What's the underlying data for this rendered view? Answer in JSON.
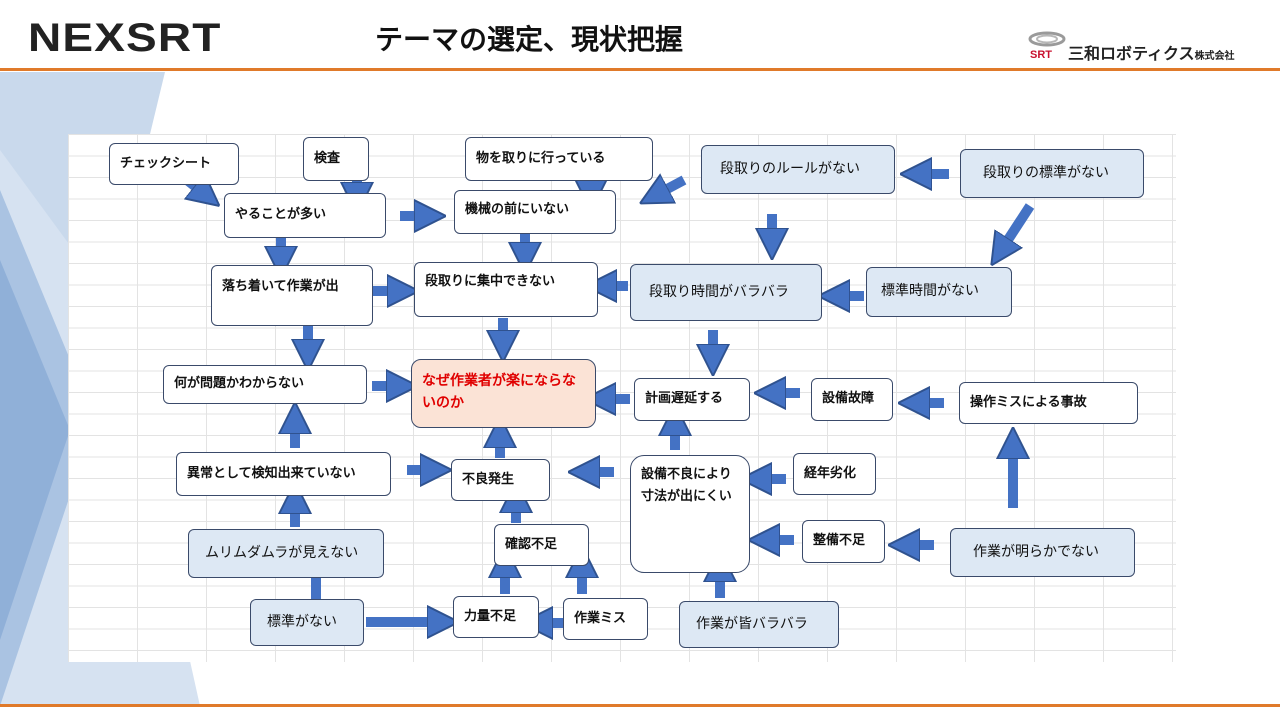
{
  "header": {
    "logo": "NEXSRT",
    "title": "テーマの選定、現状把握",
    "corp_mark": "SRT",
    "corp_name": "三和ロボティクス",
    "corp_suffix": "株式会社"
  },
  "colors": {
    "accent_rule": "#e07a2a",
    "arrow": "#4472c4",
    "node_blue": "#dde8f4",
    "core_fill": "#fbe3d6",
    "core_text": "#e00000"
  },
  "nodes": {
    "checksheet": "チェックシート",
    "inspection": "検査",
    "fetching": "物を取りに行っている",
    "setup_rules": "段取りのルールがない",
    "setup_standard": "段取りの標準がない",
    "many_tasks": "やることが多い",
    "not_at_machine": "機械の前にいない",
    "cant_settle": "落ち着いて作業が出",
    "cant_focus_setup": "段取りに集中できない",
    "setup_time_varies": "段取り時間がバラバラ",
    "no_standard_time": "標準時間がない",
    "unknown_problem": "何が問題かわからない",
    "core": "なぜ作業者が楽にならないのか",
    "schedule_delay": "計画遅延する",
    "equipment_failure": "設備故障",
    "operation_accident": "操作ミスによる事故",
    "abnormal_undetected": "異常として検知出来ていない",
    "defect": "不良発生",
    "equipment_dimension": "設備不良により寸法が出にくい",
    "aging": "経年劣化",
    "check_lacking": "確認不足",
    "maintenance_lacking": "整備不足",
    "muri_muda_mura": "ムリムダムラが見えない",
    "work_unclear": "作業が明らかでない",
    "no_standard": "標準がない",
    "skill_lacking": "力量不足",
    "operation_mistake": "作業ミス",
    "work_varies": "作業が皆バラバラ"
  }
}
